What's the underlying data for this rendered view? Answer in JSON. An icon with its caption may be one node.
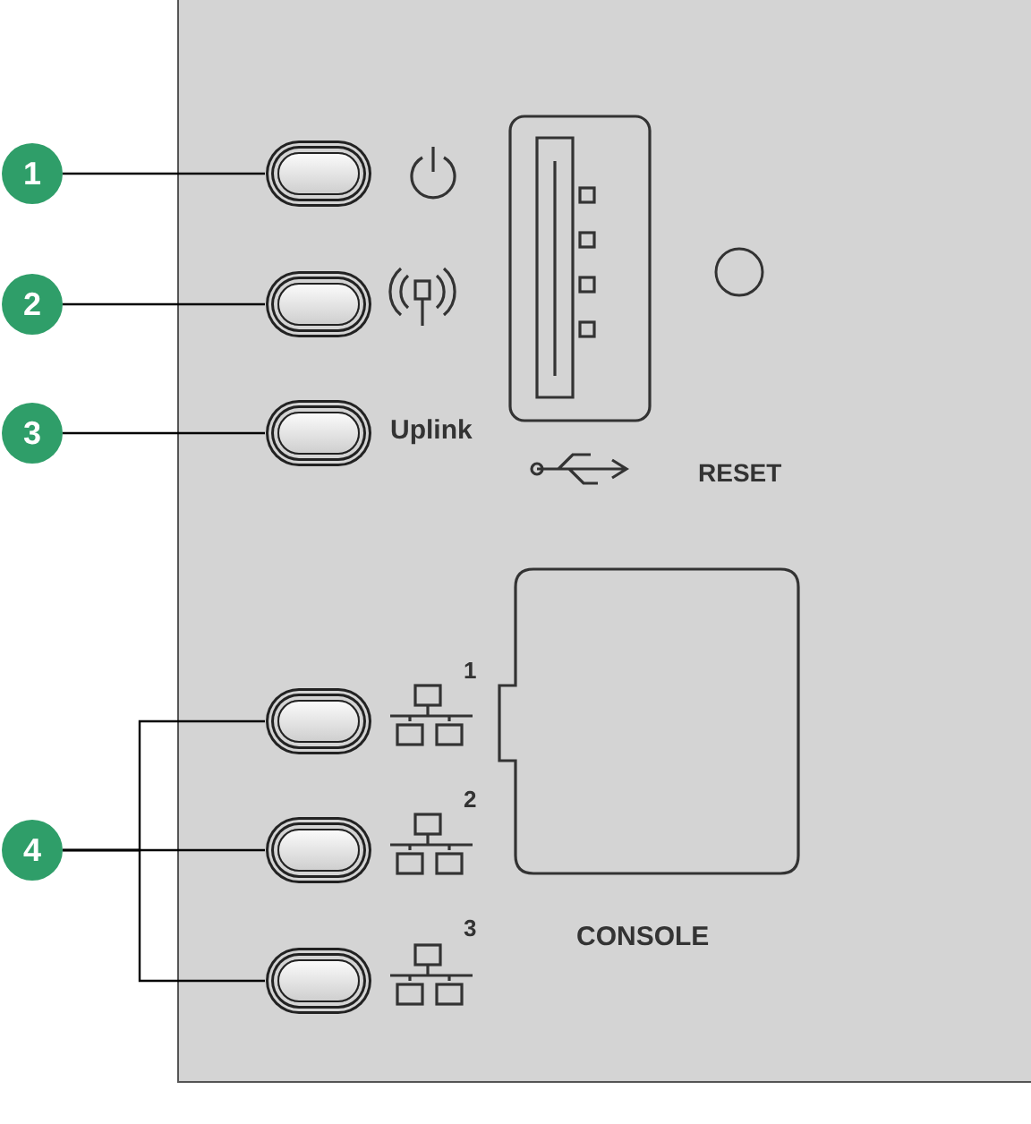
{
  "diagram": {
    "nodes": [
      {
        "text": [
          "1"
        ]
      },
      {
        "text": [],
        "shape": "box"
      },
      {
        "text": [
          "2"
        ]
      },
      {
        "text": [],
        "shape": "box"
      },
      {
        "text": [
          "3"
        ]
      },
      {
        "text": [],
        "shape": "box"
      },
      {
        "text": [],
        "shape": "box"
      },
      {
        "text": [
          "4"
        ]
      },
      {
        "text": [],
        "shape": "box"
      },
      {
        "text": [],
        "shape": "box"
      },
      {
        "text": [],
        "shape": "box"
      }
    ],
    "edges": [
      {
        "from": 0,
        "to": 1,
        "arrow": "none"
      },
      {
        "from": 2,
        "to": 3,
        "arrow": "none"
      },
      {
        "from": 4,
        "to": 5,
        "arrow": "none"
      },
      {
        "from": 7,
        "to": 6,
        "arrow": "none"
      },
      {
        "from": 7,
        "to": 8,
        "arrow": "none"
      },
      {
        "from": 7,
        "to": 9,
        "arrow": "none"
      }
    ],
    "labels": [
      "Uplink",
      "RESET",
      "1",
      "2",
      "3",
      "CONSOLE"
    ]
  }
}
